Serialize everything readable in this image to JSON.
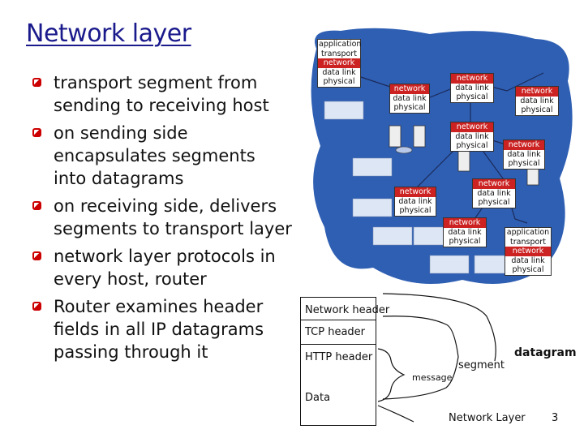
{
  "title": "Network layer",
  "bullets": [
    "transport segment from sending to receiving host",
    "on sending side encapsulates segments into datagrams",
    "on receiving side, delivers segments to transport layer",
    "network layer protocols in every host, router",
    "Router examines header fields in all IP datagrams passing through it"
  ],
  "host_stack": [
    "application",
    "transport",
    "network",
    "data link",
    "physical"
  ],
  "router_stack": [
    "network",
    "data link",
    "physical"
  ],
  "datagram_fields": [
    "Network header",
    "TCP header",
    "HTTP header",
    "Data"
  ],
  "labels": {
    "message": "message",
    "segment": "segment",
    "datagram": "datagram",
    "footer": "Network Layer",
    "page_number": "3"
  },
  "colors": {
    "title": "#1a1a8c",
    "bullet": "#cc0000",
    "cloud": "#2f5fb3",
    "network_layer": "#cc2222"
  }
}
